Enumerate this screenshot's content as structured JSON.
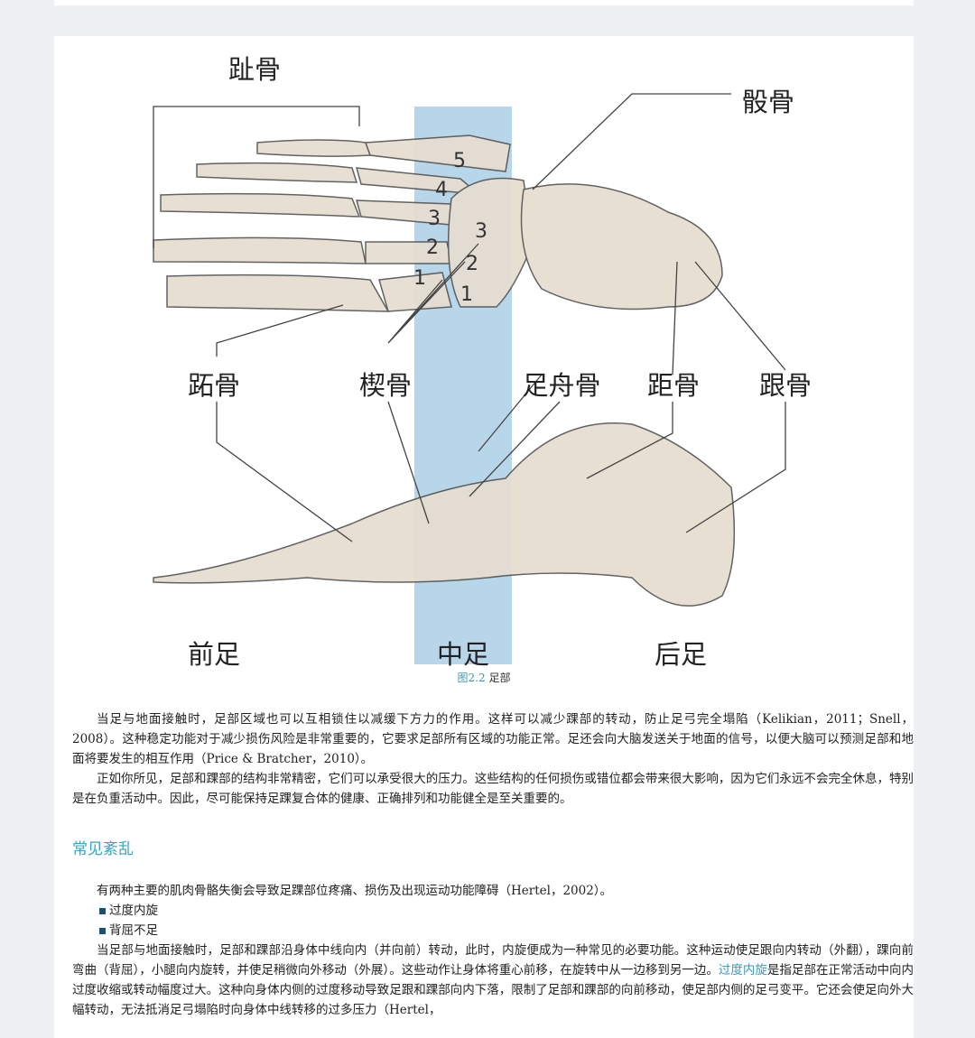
{
  "figure": {
    "labels": {
      "phalanges": "趾骨",
      "cuboid": "骰骨",
      "metatarsals": "跖骨",
      "cuneiforms": "楔骨",
      "navicular": "足舟骨",
      "talus": "距骨",
      "calcaneus": "跟骨",
      "forefoot": "前足",
      "midfoot": "中足",
      "hindfoot": "后足"
    },
    "metatarsal_numbers": [
      "5",
      "4",
      "3",
      "2",
      "1"
    ],
    "cuneiform_numbers": [
      "3",
      "2",
      "1"
    ],
    "caption_number": "图2.2",
    "caption_title": "足部",
    "colors": {
      "bone": "#e7ddd0",
      "midfoot_band": "#b8d6ea",
      "accent": "#3a9ab5"
    }
  },
  "body": {
    "p1": "当足与地面接触时，足部区域也可以互相锁住以减缓下方力的作用。这样可以减少踝部的转动，防止足弓完全塌陷（Kelikian，2011；Snell，2008）。这种稳定功能对于减少损伤风险是非常重要的，它要求足部所有区域的功能正常。足还会向大脑发送关于地面的信号，以便大脑可以预测足部和地面将要发生的相互作用（Price & Bratcher，2010）。",
    "p2": "正如你所见，足部和踝部的结构非常精密，它们可以承受很大的压力。这些结构的任何损伤或错位都会带来很大影响，因为它们永远不会完全休息，特别是在负重活动中。因此，尽可能保持足踝复合体的健康、正确排列和功能健全是至关重要的。",
    "section_title": "常见紊乱",
    "p3": "有两种主要的肌肉骨骼失衡会导致足踝部位疼痛、损伤及出现运动功能障碍（Hertel，2002）。",
    "bullets": [
      "过度内旋",
      "背屈不足"
    ],
    "p4": "当足部与地面接触时，足部和踝部沿身体中线向内（并向前）转动，此时，内旋便成为一种常见的必要功能。这种运动使足跟向内转动（外翻），踝向前弯曲（背屈），小腿向内旋转，并使足稍微向外移动（外展）。这些动作让身体将重心前移，在旋转中从一边移到另一边。",
    "p4_term": "过度内旋",
    "p4_rest": "是指足部在正常活动中向内过度收缩或转动幅度过大。这种向身体内侧的过度移动导致足跟和踝部向内下落，限制了足部和踝部的向前移动，使足部内侧的足弓变平。它还会使足向外大幅转动，无法抵消足弓塌陷时向身体中线转移的过多压力（Hertel，"
  }
}
